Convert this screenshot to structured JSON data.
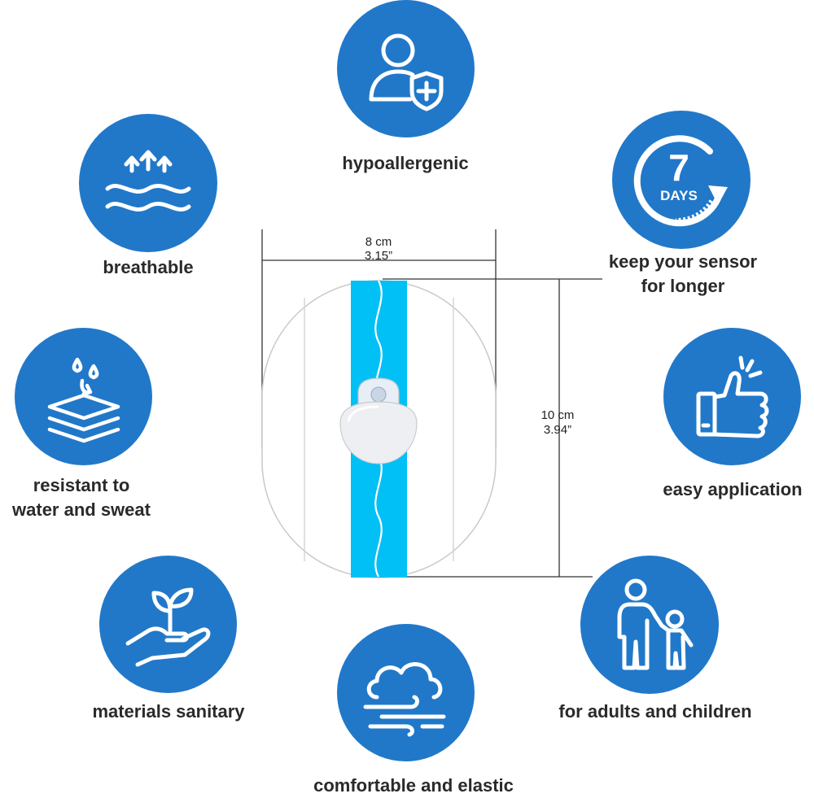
{
  "accent_color": "#2178c9",
  "strip_color": "#00c0f5",
  "features": {
    "hypoallergenic": {
      "label": "hypoallergenic",
      "icon": "person-shield-plus-icon"
    },
    "breathable": {
      "label": "breathable",
      "icon": "waves-arrows-up-icon"
    },
    "keep_sensor": {
      "label_line1": "keep your sensor",
      "label_line2": "for longer",
      "icon": "7-days-icon",
      "badge_number": "7",
      "badge_text": "DAYS"
    },
    "resistant": {
      "label_line1": "resistant to",
      "label_line2": "water and sweat",
      "icon": "water-drops-layers-icon"
    },
    "easy_application": {
      "label": "easy application",
      "icon": "thumbs-up-icon"
    },
    "materials_sanitary": {
      "label": "materials sanitary",
      "icon": "hand-plant-icon"
    },
    "comfortable": {
      "label": "comfortable and elastic",
      "icon": "cloud-wind-icon"
    },
    "adults_children": {
      "label": "for adults and children",
      "icon": "adult-child-icon"
    }
  },
  "dimensions": {
    "width_metric": "8 cm",
    "width_imperial": "3.15”",
    "height_metric": "10 cm",
    "height_imperial": "3.94”"
  }
}
